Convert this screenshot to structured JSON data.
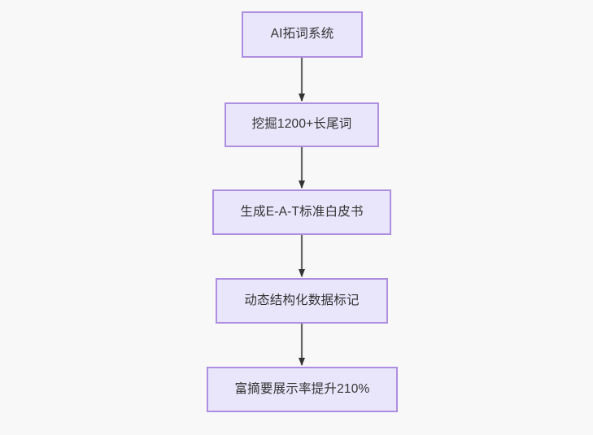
{
  "diagram": {
    "type": "flowchart",
    "direction": "top-to-bottom",
    "background_color": "#f8f8f8",
    "node_fill_color": "#e9e6fb",
    "node_border_color": "#ae8ee0",
    "node_text_color": "#333333",
    "edge_line_color": "#666666",
    "edge_arrow_color": "#333333",
    "nodes": [
      {
        "id": "n1",
        "label": "AI拓词系统"
      },
      {
        "id": "n2",
        "label": "挖掘1200+长尾词"
      },
      {
        "id": "n3",
        "label": "生成E-A-T标准白皮书"
      },
      {
        "id": "n4",
        "label": "动态结构化数据标记"
      },
      {
        "id": "n5",
        "label": "富摘要展示率提升210%"
      }
    ],
    "edges": [
      {
        "from": "n1",
        "to": "n2",
        "label": ""
      },
      {
        "from": "n2",
        "to": "n3",
        "label": ""
      },
      {
        "from": "n3",
        "to": "n4",
        "label": ""
      },
      {
        "from": "n4",
        "to": "n5",
        "label": ""
      }
    ]
  }
}
